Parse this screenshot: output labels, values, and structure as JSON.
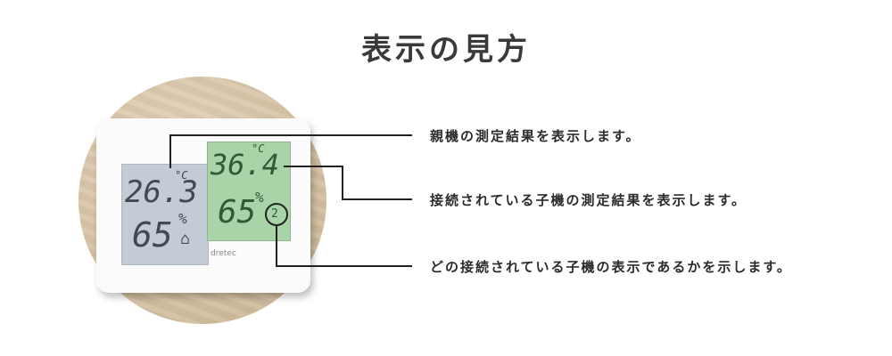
{
  "title": "表示の見方",
  "device": {
    "parent_temp": "26.3",
    "parent_temp_unit": "°C",
    "parent_humidity": "65",
    "parent_humidity_unit": "%",
    "child_temp": "36.4",
    "child_temp_unit": "°C",
    "child_humidity": "65",
    "child_humidity_unit": "%",
    "child_channel": "2",
    "brand": "dretec"
  },
  "annotations": {
    "parent": "親機の測定結果を表示します。",
    "child": "接続されている子機の測定結果を表示します。",
    "channel": "どの接続されている子機の表示であるかを示します。"
  }
}
